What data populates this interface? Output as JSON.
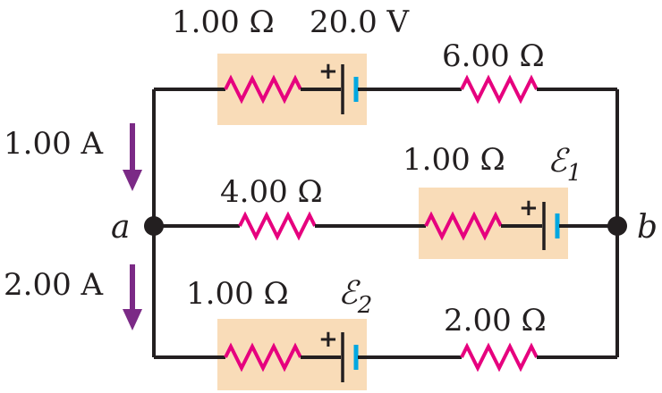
{
  "top_branch": {
    "resistor_label": "1.00 Ω",
    "battery_label": "20.0 V",
    "external_resistor_label": "6.00 Ω",
    "plus_sign": "+"
  },
  "middle_branch": {
    "resistor_label": "4.00 Ω",
    "internal_resistor_label": "1.00 Ω",
    "emf_symbol": "ℰ",
    "emf_subscript": "1",
    "plus_sign": "+"
  },
  "bottom_branch": {
    "internal_resistor_label": "1.00 Ω",
    "emf_symbol": "ℰ",
    "emf_subscript": "2",
    "external_resistor_label": "2.00 Ω",
    "plus_sign": "+"
  },
  "currents": {
    "upper_current": "1.00 A",
    "lower_current": "2.00 A"
  },
  "nodes": {
    "left": "a",
    "right": "b"
  },
  "colors": {
    "wire": "#231f20",
    "resistor": "#e6007e",
    "battery_box": "#f9dcb8",
    "battery_short_plate": "#00a7e1",
    "current_arrow": "#7b2a86"
  }
}
